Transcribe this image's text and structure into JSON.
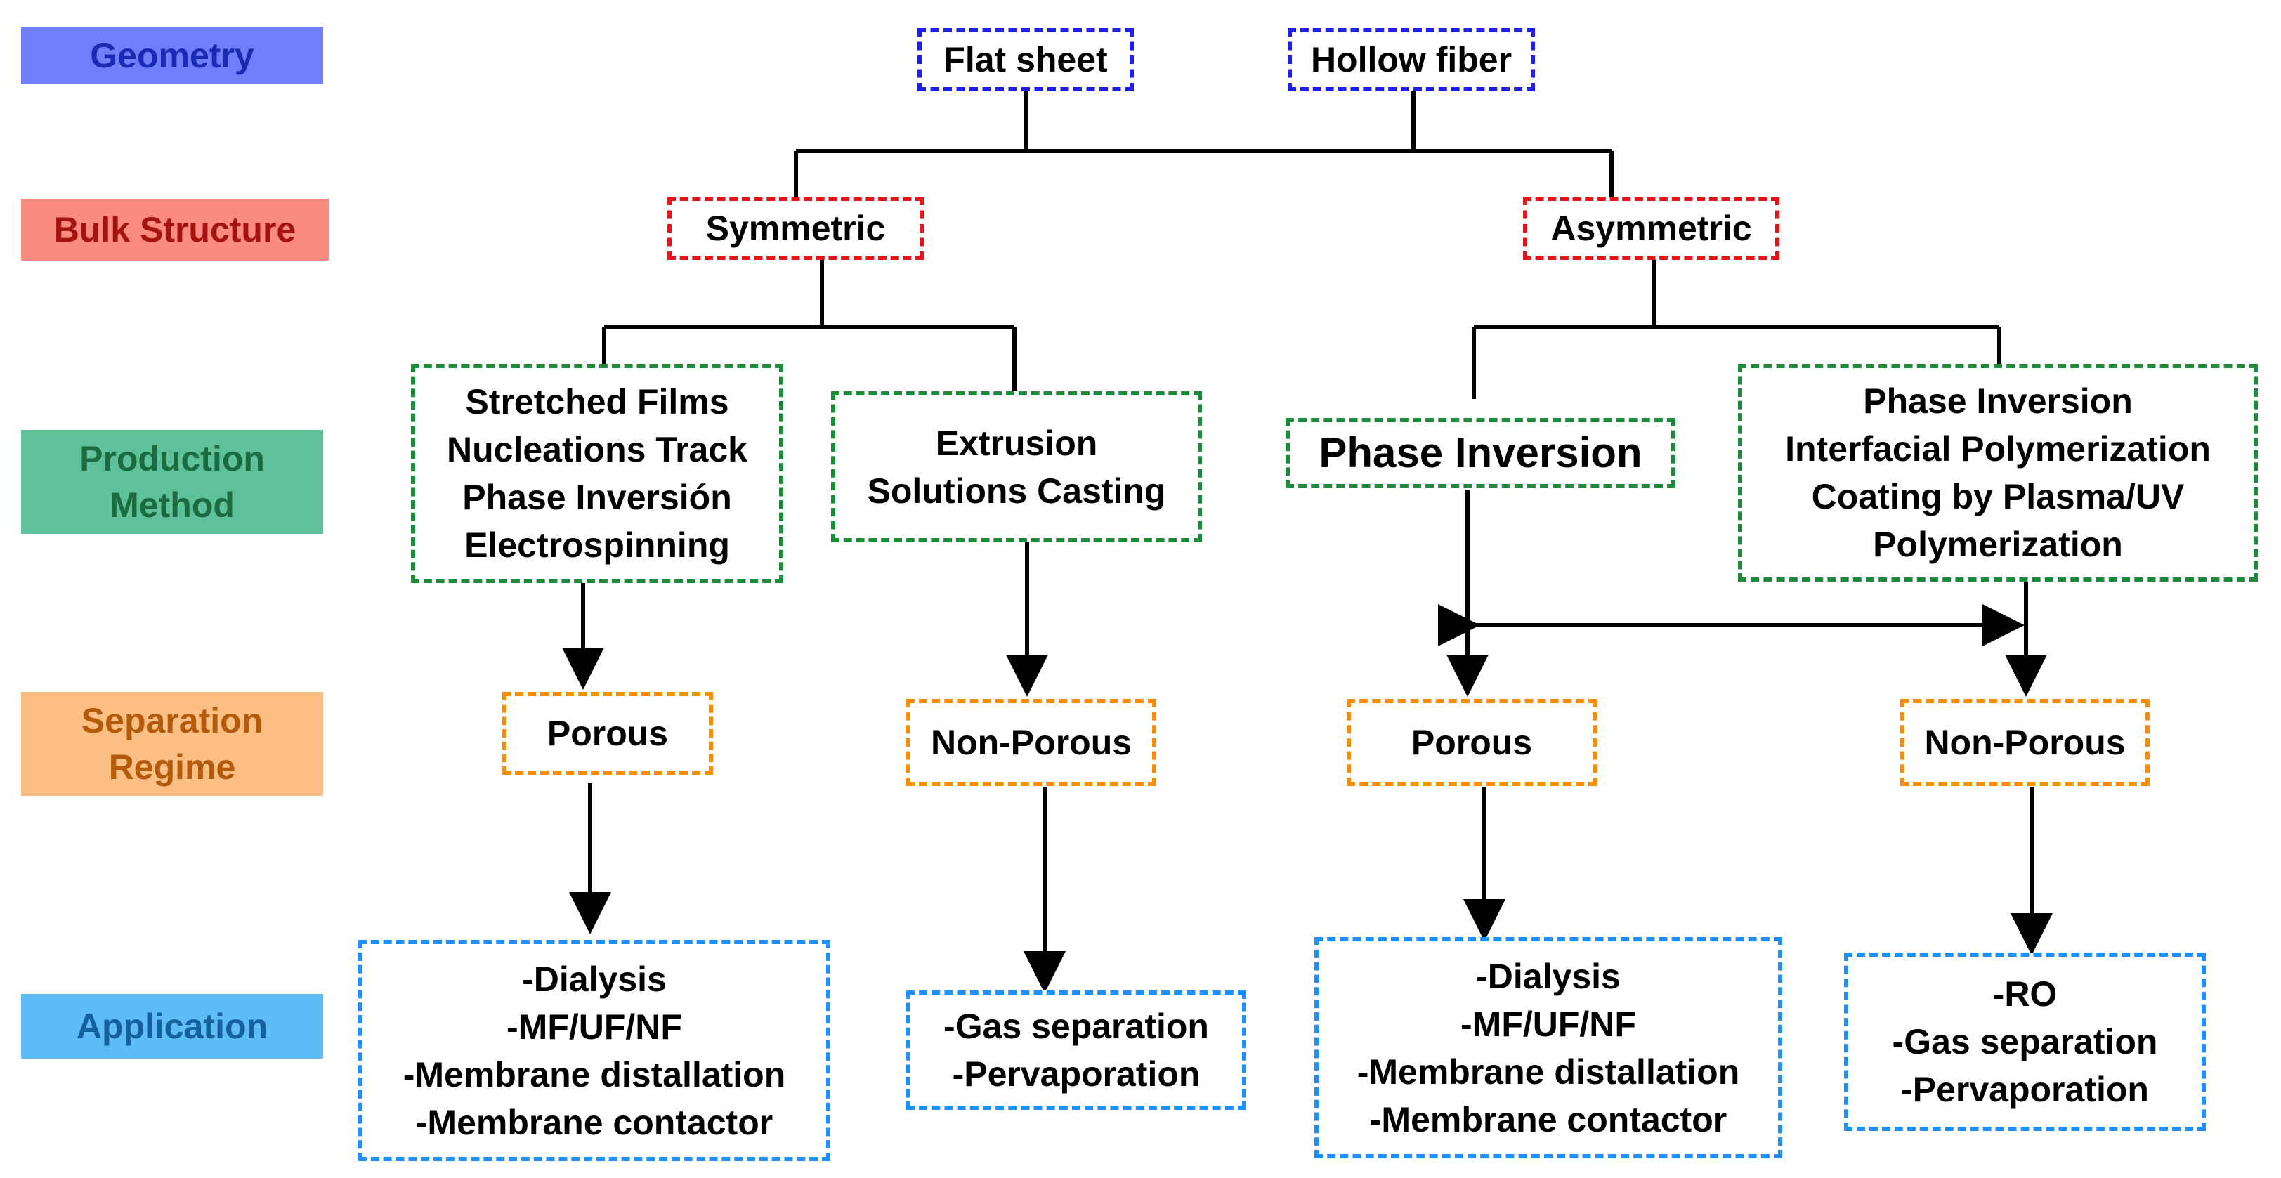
{
  "categories": {
    "geometry": {
      "label": "Geometry",
      "bg": "#6f7ffb",
      "color": "#1a2bb3"
    },
    "bulk_structure": {
      "label": "Bulk Structure",
      "bg": "#fb8a80",
      "color": "#a3140f"
    },
    "production_method": {
      "label": "Production\nMethod",
      "bg": "#5ec199",
      "color": "#1b6b40"
    },
    "separation_regime": {
      "label": "Separation\nRegime",
      "bg": "#fbbf84",
      "color": "#b35a0c"
    },
    "application": {
      "label": "Application",
      "bg": "#5ebdf7",
      "color": "#14619c"
    }
  },
  "geometry": {
    "flat_sheet": "Flat sheet",
    "hollow_fiber": "Hollow fiber"
  },
  "bulk_structure": {
    "symmetric": "Symmetric",
    "asymmetric": "Asymmetric"
  },
  "production_method": {
    "symmetric_a": "Stretched Films\nNucleations Track\nPhase Inversión\nElectrospinning",
    "symmetric_b": "Extrusion\nSolutions Casting",
    "asymmetric_a": "Phase Inversion",
    "asymmetric_b": "Phase Inversion\nInterfacial Polymerization\nCoating by Plasma/UV\nPolymerization"
  },
  "separation_regime": {
    "sym_porous": "Porous",
    "sym_nonporous": "Non-Porous",
    "asym_porous": "Porous",
    "asym_nonporous": "Non-Porous"
  },
  "application": {
    "sym_porous": "-Dialysis\n-MF/UF/NF\n-Membrane distallation\n-Membrane contactor",
    "sym_nonporous": "-Gas separation\n-Pervaporation",
    "asym_porous": "-Dialysis\n-MF/UF/NF\n-Membrane distallation\n-Membrane contactor",
    "asym_nonporous": "-RO\n-Gas separation\n-Pervaporation"
  }
}
